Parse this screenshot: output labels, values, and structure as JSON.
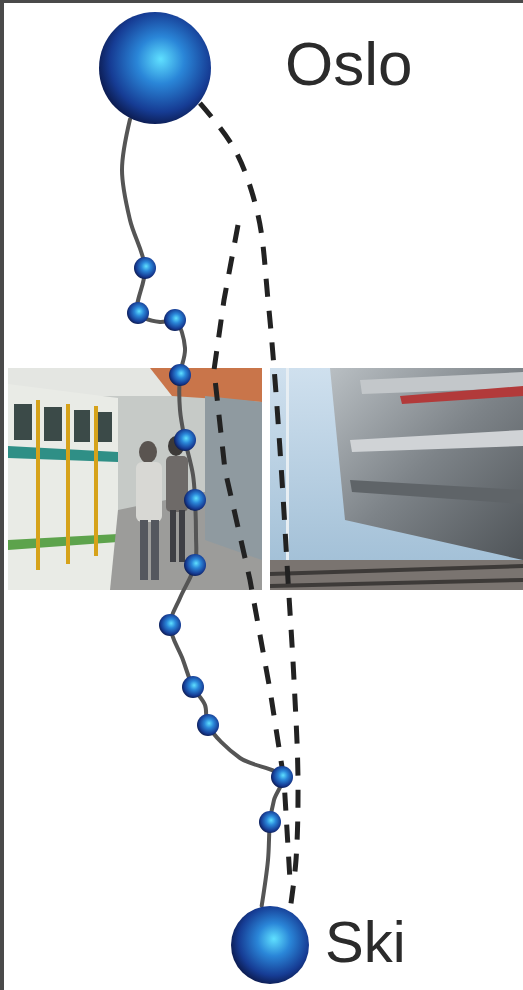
{
  "diagram": {
    "nodes": [
      {
        "text": [
          "Oslo"
        ]
      },
      {
        "text": [
          "Ski"
        ]
      }
    ],
    "edges": [
      {
        "from": 0,
        "to": 1,
        "arrow": "none"
      },
      {
        "from": 0,
        "to": 1,
        "arrow": "none"
      }
    ]
  }
}
